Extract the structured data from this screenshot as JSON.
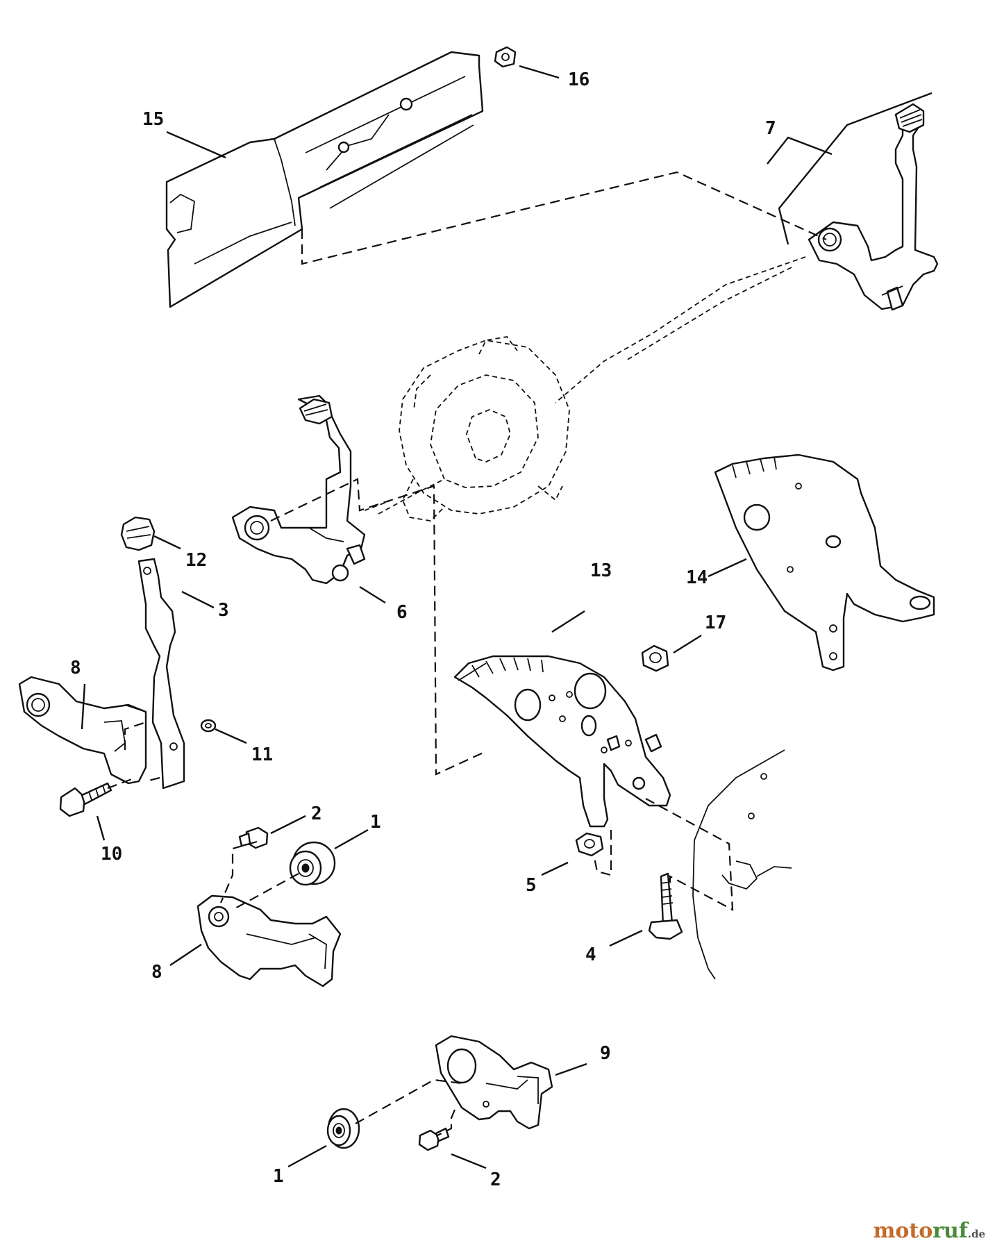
{
  "callouts": {
    "c1a": "1",
    "c1b": "1",
    "c2a": "2",
    "c2b": "2",
    "c3": "3",
    "c4": "4",
    "c5": "5",
    "c6": "6",
    "c7": "7",
    "c8a": "8",
    "c8b": "8",
    "c9": "9",
    "c10": "10",
    "c11": "11",
    "c12": "12",
    "c13": "13",
    "c14": "14",
    "c15": "15",
    "c16": "16",
    "c17": "17"
  },
  "watermark": {
    "main": "moto",
    "accent": "ruf",
    "tld": ".de"
  }
}
